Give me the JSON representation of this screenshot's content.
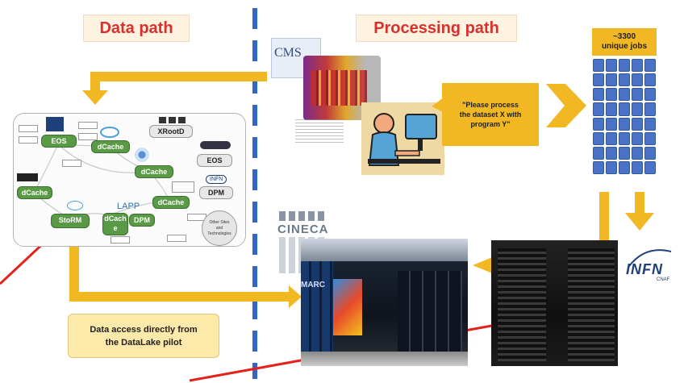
{
  "headers": {
    "data_path": "Data path",
    "processing_path": "Processing path"
  },
  "jobs_box": {
    "line1": "~3300",
    "line2": "unique jobs"
  },
  "request_bubble": {
    "line1": "\"Please process",
    "line2": "the dataset X with",
    "line3": "program Y\""
  },
  "data_access_box": {
    "line1": "Data access directly from",
    "line2": "the DataLake pilot"
  },
  "storage_nodes": {
    "eos_main": "EOS",
    "dcache_1": "dCache",
    "xrootd": "XRootD",
    "dcache_2": "dCache",
    "eos_right": "EOS",
    "dcache_left": "dCache",
    "dcache_3": "dCache",
    "dpm_right": "DPM",
    "storm": "StoRM",
    "dcache_bottom": "dCach e",
    "dpm_bottom": "DPM",
    "other_sites": "Other Sites and Technologies",
    "lapp": "LAPP",
    "infn_small": "INFN"
  },
  "logos": {
    "cms": "CMS",
    "cineca": "CINECA",
    "infn": "INFN",
    "infn_sub": "CNAF",
    "marconi": "MARC"
  },
  "colors": {
    "arrow": "#f2b824",
    "divider": "#3166c4",
    "red_arrow": "#e3221b",
    "job_cell": "#4a72c6",
    "node": "#5a9a46"
  }
}
